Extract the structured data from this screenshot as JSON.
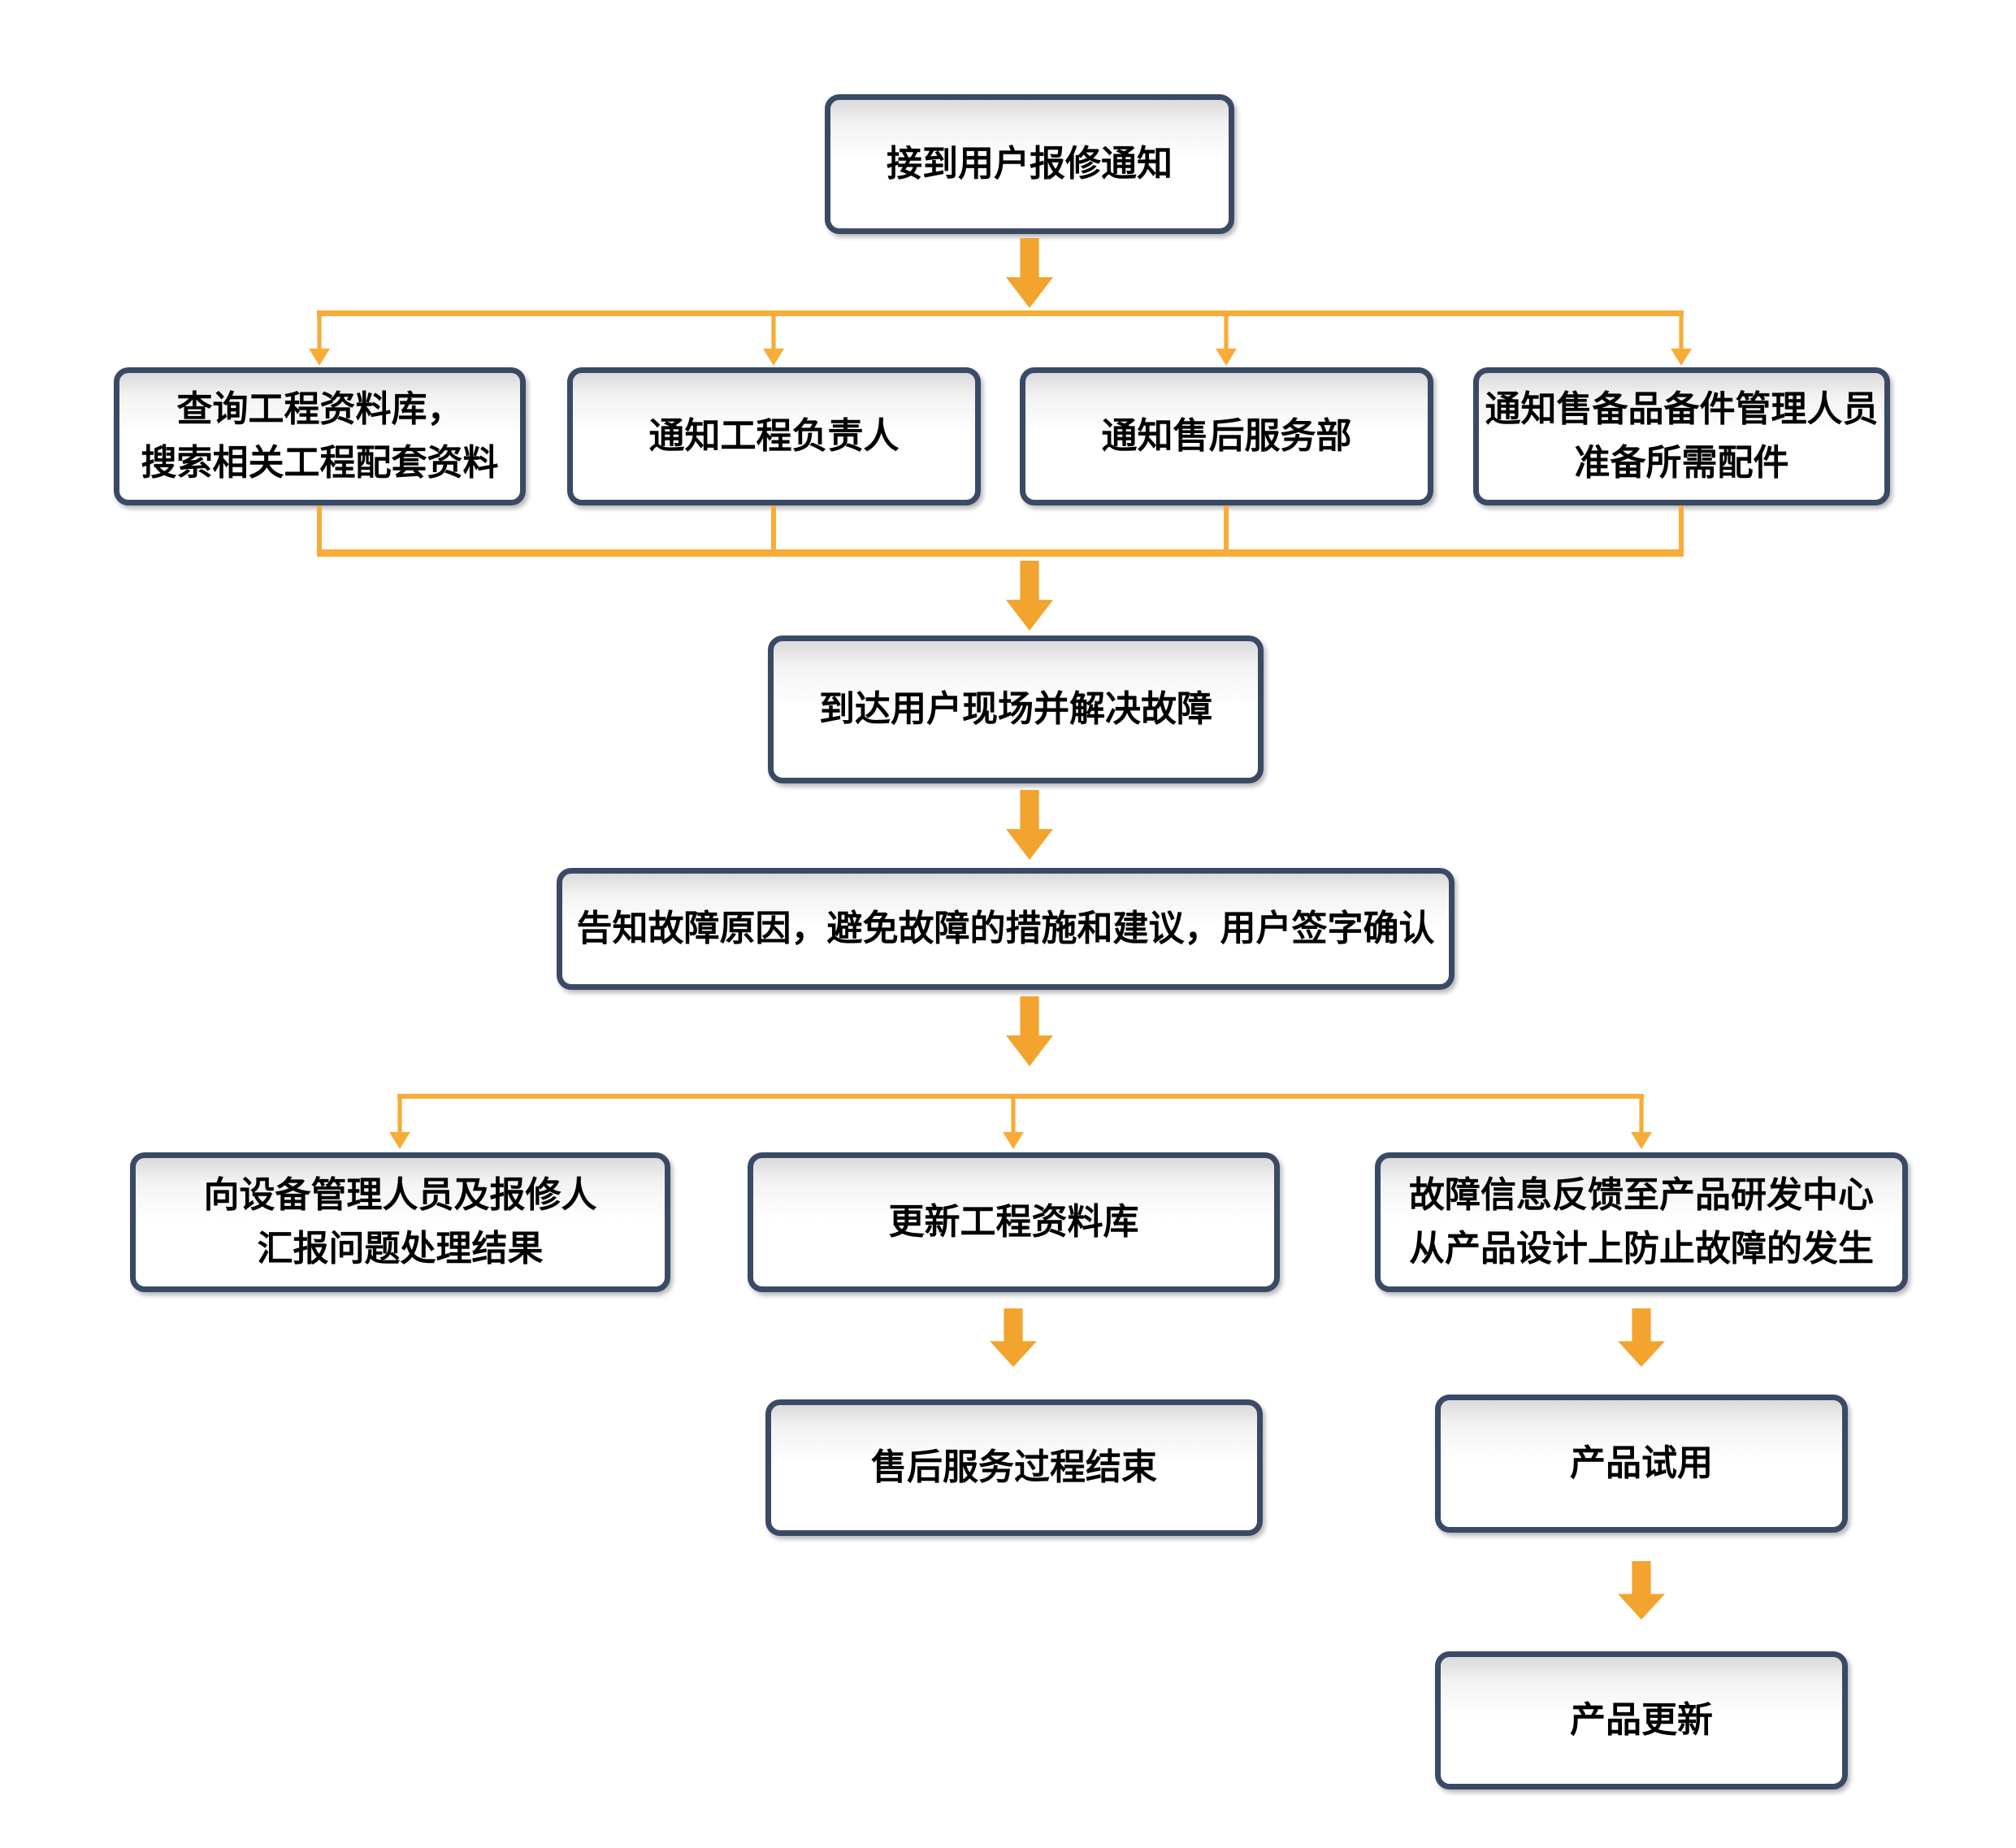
{
  "colors": {
    "arrow-color": "#F2A42E",
    "line-color": "#F7AC38",
    "border-color": "#3A4A66"
  },
  "nodes": [
    {
      "id": "receive-notice",
      "text": [
        "接到用户报修通知"
      ]
    },
    {
      "id": "query-db",
      "text": [
        "查询工程资料库，",
        "搜索相关工程配套资料"
      ]
    },
    {
      "id": "notify-engineer",
      "text": [
        "通知工程负责人"
      ]
    },
    {
      "id": "notify-aftersales",
      "text": [
        "通知售后服务部"
      ]
    },
    {
      "id": "notify-spareparts",
      "text": [
        "通知售备品备件管理人员",
        "准备所需配件"
      ]
    },
    {
      "id": "arrive-resolve",
      "text": [
        "到达用户现场并解决故障"
      ]
    },
    {
      "id": "inform-confirm",
      "text": [
        "告知故障原因，避免故障的措施和建议，用户签字确认"
      ]
    },
    {
      "id": "report-result",
      "text": [
        "向设备管理人员及报修人",
        "汇报问题处理结果"
      ]
    },
    {
      "id": "update-db",
      "text": [
        "更新工程资料库"
      ]
    },
    {
      "id": "feedback-rd",
      "text": [
        "故障信息反馈至产品研发中心",
        "从产品设计上防止故障的发生"
      ]
    },
    {
      "id": "service-end",
      "text": [
        "售后服务过程结束"
      ]
    },
    {
      "id": "product-trial",
      "text": [
        "产品试用"
      ]
    },
    {
      "id": "product-update",
      "text": [
        "产品更新"
      ]
    }
  ],
  "edges": [
    {
      "from": "receive-notice",
      "to": "query-db"
    },
    {
      "from": "receive-notice",
      "to": "notify-engineer"
    },
    {
      "from": "receive-notice",
      "to": "notify-aftersales"
    },
    {
      "from": "receive-notice",
      "to": "notify-spareparts"
    },
    {
      "from": "query-db",
      "to": "arrive-resolve"
    },
    {
      "from": "notify-engineer",
      "to": "arrive-resolve"
    },
    {
      "from": "notify-aftersales",
      "to": "arrive-resolve"
    },
    {
      "from": "notify-spareparts",
      "to": "arrive-resolve"
    },
    {
      "from": "arrive-resolve",
      "to": "inform-confirm"
    },
    {
      "from": "inform-confirm",
      "to": "report-result"
    },
    {
      "from": "inform-confirm",
      "to": "update-db"
    },
    {
      "from": "inform-confirm",
      "to": "feedback-rd"
    },
    {
      "from": "update-db",
      "to": "service-end"
    },
    {
      "from": "feedback-rd",
      "to": "product-trial"
    },
    {
      "from": "product-trial",
      "to": "product-update"
    }
  ]
}
